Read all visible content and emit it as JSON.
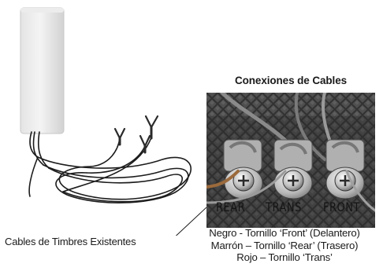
{
  "header": {
    "title": "Conexiones de Cables"
  },
  "labels": {
    "existing_wires": "Cables de Timbres Existentes"
  },
  "terminals": [
    "REAR",
    "TRANS",
    "FRONT"
  ],
  "legend": [
    "Negro - Tornillo ‘Front’ (Delantero)",
    "Marrón – Tornillo ‘Rear’ (Trasero)",
    "Rojo – Tornillo  ‘Trans’"
  ]
}
